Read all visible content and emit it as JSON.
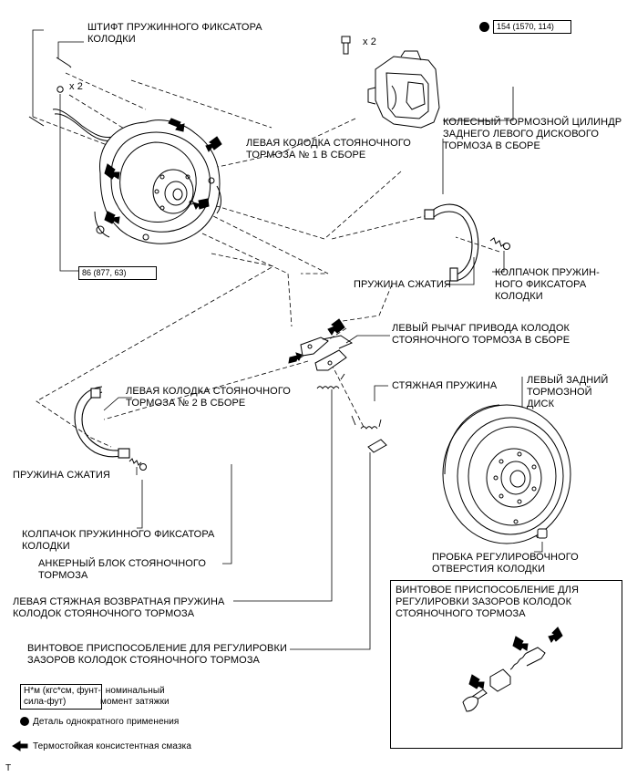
{
  "labels": {
    "pin": "ШТИФТ ПРУЖИННОГО ФИКСАТОРА\nКОЛОДКИ",
    "x2_left": "x 2",
    "torque_backplate": "86 (877, 63)",
    "x2_right": "x 2",
    "torque_caliper": "154 (1570, 114)",
    "caliper": "КОЛЕСНЫЙ ТОРМОЗНОЙ ЦИЛИНДР\nЗАДНЕГО ЛЕВОГО ДИСКОВОГО\nТОРМОЗА В СБОРЕ",
    "shoe1": "ЛЕВАЯ КОЛОДКА СТОЯНОЧНОГО\nТОРМОЗА № 1 В СБОРЕ",
    "spring_right": "ПРУЖИНА СЖАТИЯ",
    "cap_right": "КОЛПАЧОК ПРУЖИН-\nНОГО ФИКСАТОРА\nКОЛОДКИ",
    "lever": "ЛЕВЫЙ РЫЧАГ ПРИВОДА КОЛОДОК\nСТОЯНОЧНОГО ТОРМОЗА В СБОРЕ",
    "tension_spring": "СТЯЖНАЯ ПРУЖИНА",
    "disc": "ЛЕВЫЙ ЗАДНИЙ\nТОРМОЗНОЙ\nДИСК",
    "shoe2": "ЛЕВАЯ КОЛОДКА СТОЯНОЧНОГО\nТОРМОЗА № 2 В СБОРЕ",
    "spring_left": "ПРУЖИНА СЖАТИЯ",
    "cap_left": "КОЛПАЧОК ПРУЖИННОГО ФИКСАТОРА\nКОЛОДКИ",
    "anchor": "АНКЕРНЫЙ БЛОК СТОЯНОЧНОГО\nТОРМОЗА",
    "return_spring": "ЛЕВАЯ СТЯЖНАЯ ВОЗВРАТНАЯ ПРУЖИНА\nКОЛОДОК СТОЯНОЧНОГО ТОРМОЗА",
    "plug": "ПРОБКА РЕГУЛИРОВОЧНОГО\nОТВЕРСТИЯ КОЛОДКИ",
    "adjuster": "ВИНТОВОЕ ПРИСПОСОБЛЕНИЕ ДЛЯ РЕГУЛИРОВКИ\nЗАЗОРОВ КОЛОДОК СТОЯНОЧНОГО ТОРМОЗА",
    "inset_title": "ВИНТОВОЕ ПРИСПОСОБЛЕНИЕ ДЛЯ\nРЕГУЛИРОВКИ ЗАЗОРОВ КОЛОДОК\nСТОЯНОЧНОГО ТОРМОЗА",
    "corner_t": "T"
  },
  "legend": {
    "torque_box": "Н*м (кгс*см, фунт-\nсила-фут)",
    "torque_desc": ": номинальный\nмомент затяжки",
    "nonreusable": "Деталь однократного применения",
    "grease": "Термостойкая консистентная смазка"
  }
}
